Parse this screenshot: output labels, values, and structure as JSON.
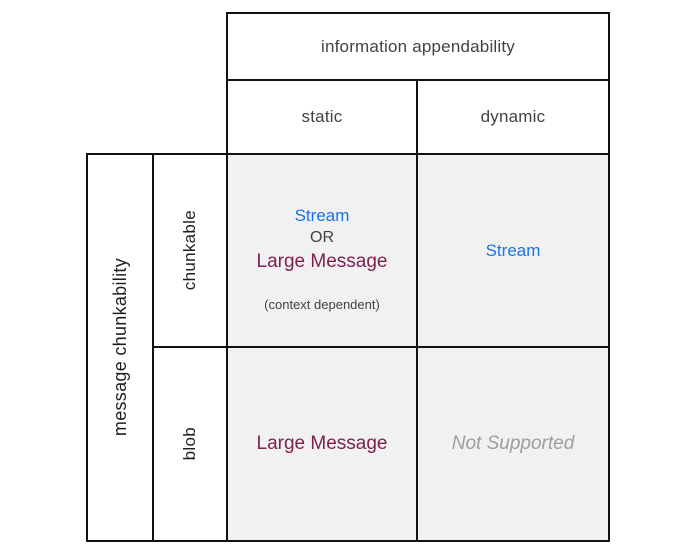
{
  "matrix": {
    "col_axis": {
      "title": "information appendability",
      "columns": [
        "static",
        "dynamic"
      ]
    },
    "row_axis": {
      "title": "message chunkability",
      "rows": [
        "chunkable",
        "blob"
      ]
    },
    "cells": {
      "chunkable_static": {
        "option_a": "Stream",
        "conjunction": "OR",
        "option_b": "Large Message",
        "note": "(context dependent)"
      },
      "chunkable_dynamic": {
        "value": "Stream"
      },
      "blob_static": {
        "value": "Large Message"
      },
      "blob_dynamic": {
        "value": "Not Supported"
      }
    },
    "colors": {
      "stream": "#1a73e8",
      "large_message": "#7d2150",
      "muted_text": "#424242",
      "not_supported": "#9e9e9e",
      "header_text": "#424242",
      "row_label_text": "#1f1f1f",
      "cell_background": "#f1f1f1",
      "border": "#111111",
      "page_background": "#ffffff"
    }
  }
}
